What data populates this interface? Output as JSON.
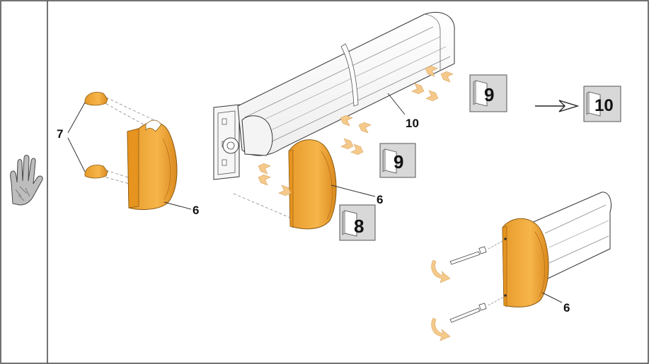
{
  "callouts": {
    "cap_small": "7",
    "cap_left": "6",
    "cap_mounted": "6",
    "cap_bottom": "6",
    "profile": "10"
  },
  "step_refs": {
    "step8": "8",
    "step9a": "9",
    "step9b": "9",
    "step10": "10"
  },
  "icons": {
    "warning": "hand-icon",
    "manual": "manual-book-icon",
    "arrow": "arrow-right-icon",
    "screw": "screw-icon"
  },
  "colors": {
    "cap_fill": "#F2A93B",
    "cap_shade": "#D9891F",
    "arrow_fill": "#F5C98A",
    "box_fill": "#D8D8D8",
    "line": "#333333"
  }
}
